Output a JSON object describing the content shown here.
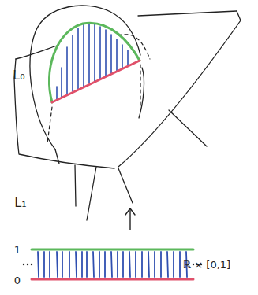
{
  "diagram": {
    "labels": [
      "L₀",
      "L₁",
      "1",
      "0",
      "ℝ × [0,1]"
    ]
  }
}
